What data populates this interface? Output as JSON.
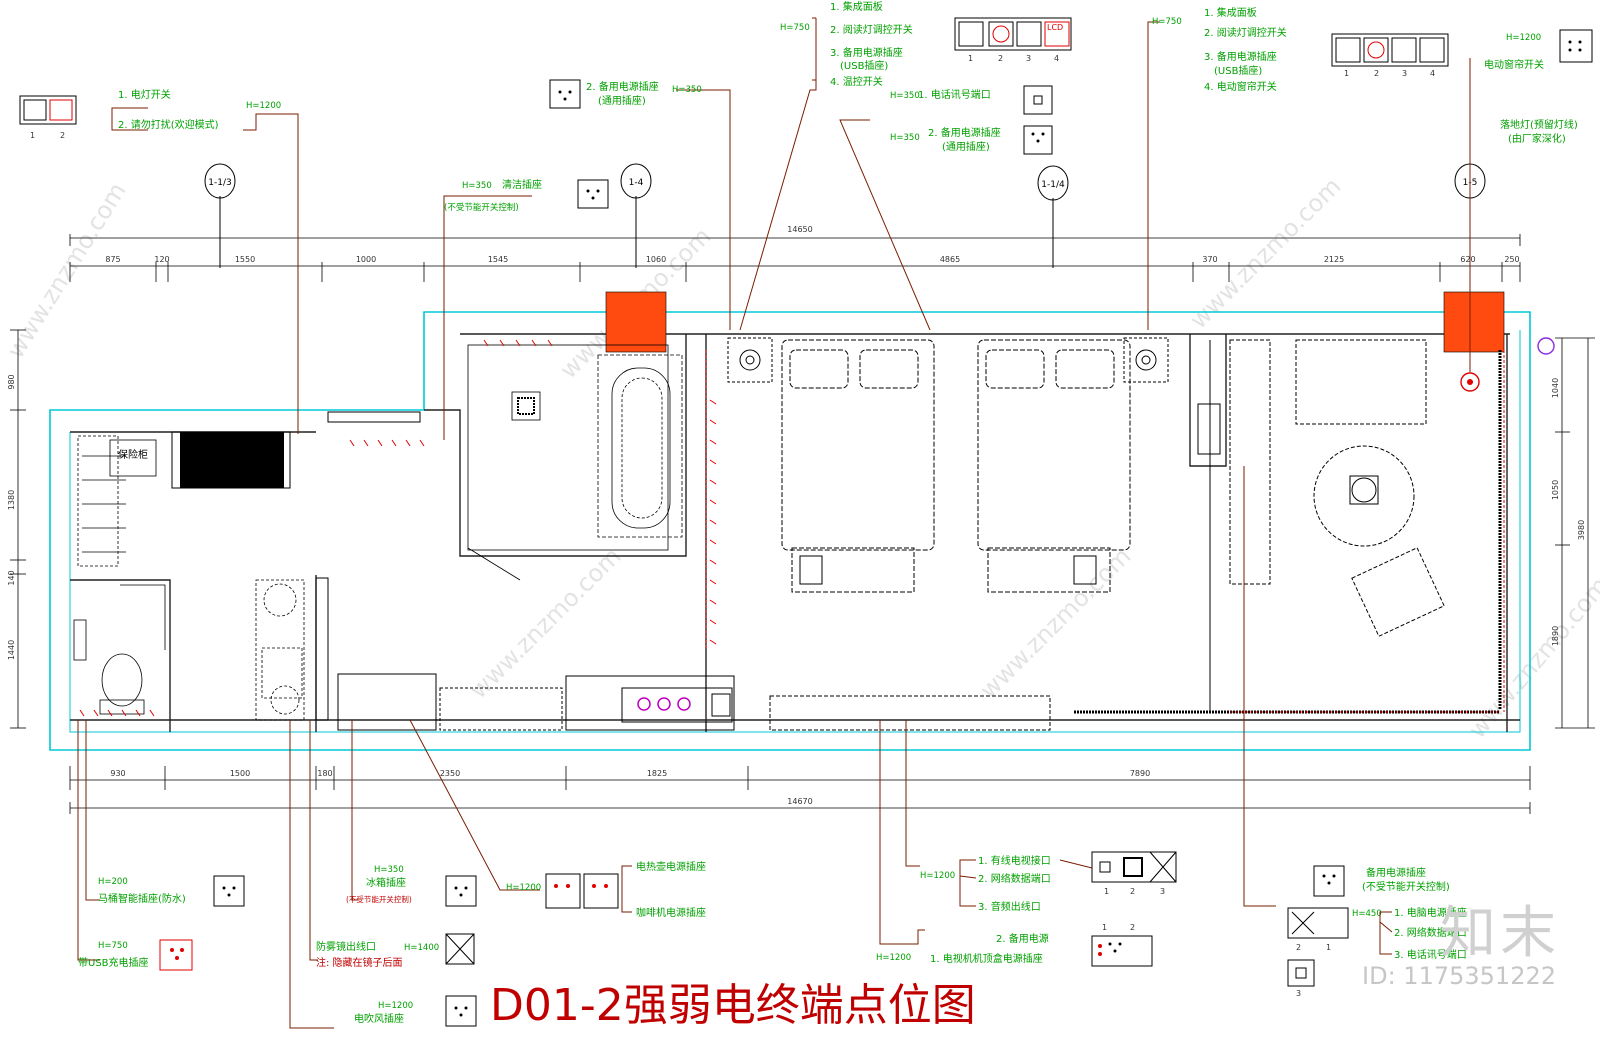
{
  "title": "D01-2强弱电终端点位图",
  "brand": "知末",
  "id_label": "ID: 1175351222",
  "watermark": "www.znzmo.com",
  "grid_axes": [
    "1-1/3",
    "1-4",
    "1-1/4",
    "1-5"
  ],
  "dims_top": {
    "total": "14650",
    "segments": [
      "875",
      "120",
      "1550",
      "1000",
      "1545",
      "1060",
      "4865",
      "370",
      "2125",
      "620",
      "250"
    ]
  },
  "dims_bottom": {
    "total": "14670",
    "segments": [
      "930",
      "1500",
      "180",
      "2350",
      "1825",
      "7890"
    ]
  },
  "dims_left": [
    "980",
    "1380",
    "140",
    "1440"
  ],
  "dims_right": {
    "total": "3980",
    "segments": [
      "1040",
      "1050",
      "1890"
    ]
  },
  "room_labels": {
    "safe": "保险柜"
  },
  "callouts": {
    "entry": {
      "items": [
        "1. 电灯开关",
        "2. 请勿打扰(欢迎模式)"
      ],
      "height": "H=1200",
      "numbers": [
        "1",
        "2"
      ]
    },
    "spare_socket_a": {
      "height": "H=350",
      "items": [
        "2. 备用电源插座",
        "(通用插座)"
      ]
    },
    "bed_panel_left": {
      "height": "H=750",
      "items": [
        "1. 集成面板",
        "2. 阅读灯调控开关",
        "3. 备用电源插座",
        "(USB插座)",
        "4. 温控开关"
      ],
      "numbers": [
        "1",
        "2",
        "3",
        "4"
      ],
      "lcd": "LCD"
    },
    "phone_port": {
      "height1": "H=350",
      "item1": "1. 电话讯号端口",
      "height2": "H=350",
      "item2": "2. 备用电源插座",
      "item2b": "(通用插座)"
    },
    "bed_panel_right": {
      "height": "H=750",
      "items": [
        "1. 集成面板",
        "2. 阅读灯调控开关",
        "3. 备用电源插座",
        "(USB插座)",
        "4. 电动窗帘开关"
      ],
      "numbers": [
        "1",
        "2",
        "3",
        "4"
      ]
    },
    "curtain": {
      "height": "H=1200",
      "item": "电动窗帘开关"
    },
    "floor_lamp": {
      "items": [
        "落地灯(预留灯线)",
        "(由厂家深化)"
      ]
    },
    "cleaning": {
      "height": "H=350",
      "item": "清洁插座",
      "note": "(不受节能开关控制)"
    },
    "toilet": {
      "height": "H=200",
      "item": "马桶智能插座(防水)"
    },
    "usb": {
      "height": "H=750",
      "item": "带USB充电插座"
    },
    "fridge": {
      "height": "H=350",
      "item": "冰箱插座",
      "note": "(不受节能开关控制)"
    },
    "mirror": {
      "item": "防雾镜出线口",
      "height": "H=1400",
      "note": "注: 隐藏在镜子后面"
    },
    "hairdryer": {
      "height": "H=1200",
      "item": "电吹风插座"
    },
    "kettle": {
      "height": "H=1200",
      "items": [
        "电热壶电源插座",
        "咖啡机电源插座"
      ]
    },
    "tv_ports": {
      "height": "H=1200",
      "items": [
        "1. 有线电视接口",
        "2. 网络数据端口",
        "3. 音频出线口"
      ],
      "numbers": [
        "1",
        "2",
        "3"
      ]
    },
    "tv_power": {
      "height": "H=1200",
      "items": [
        "2. 备用电源",
        "1. 电视机机顶盒电源插座"
      ],
      "numbers": [
        "1",
        "2"
      ]
    },
    "desk": {
      "height": "H=450",
      "spare": "备用电源插座",
      "spare_note": "(不受节能开关控制)",
      "items": [
        "1. 电脑电源插座",
        "2. 网络数据端口",
        "3. 电话讯号端口"
      ],
      "numbers": [
        "2",
        "1",
        "3"
      ]
    }
  }
}
